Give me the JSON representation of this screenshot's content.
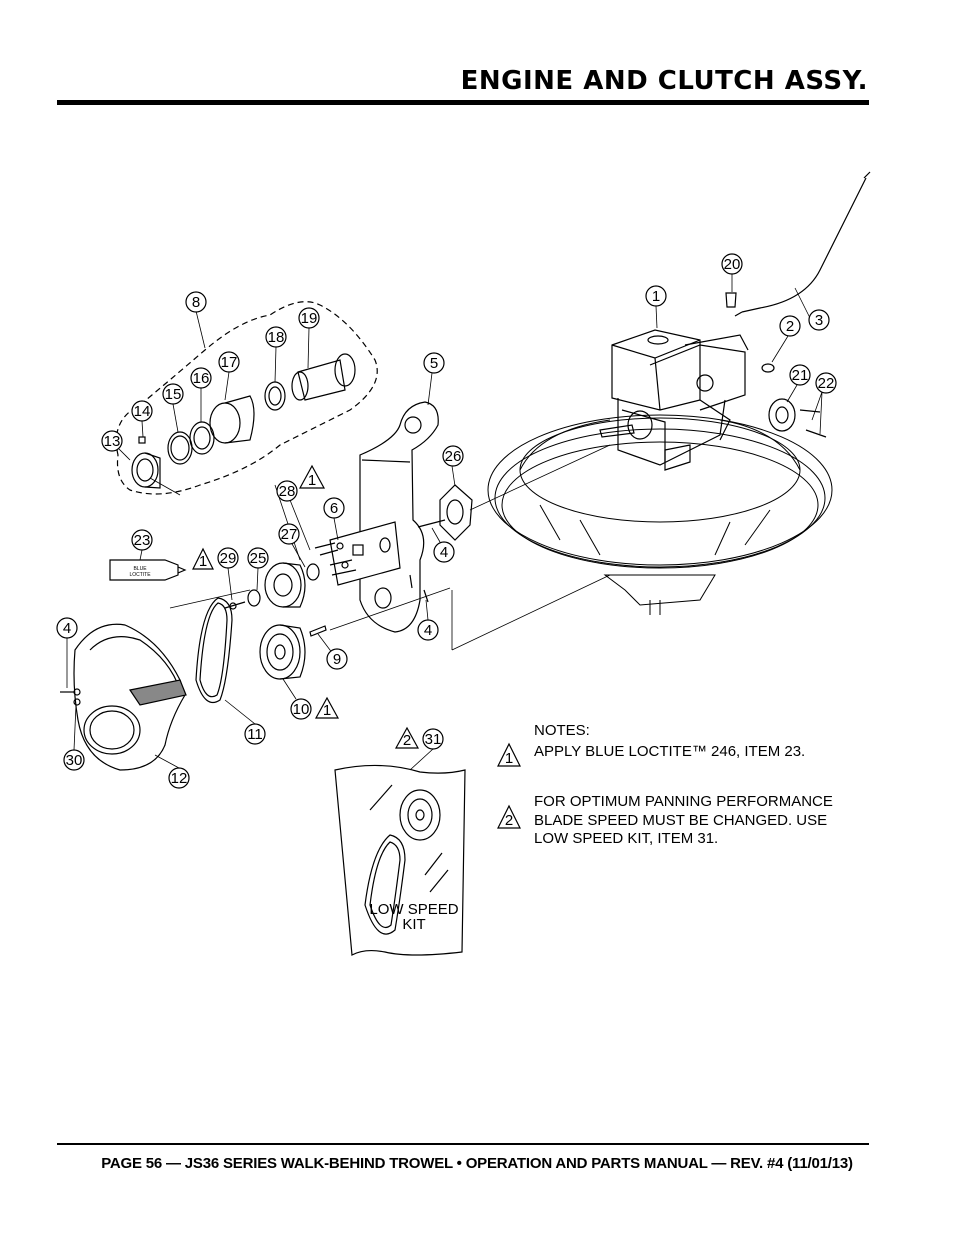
{
  "header": {
    "title": "ENGINE AND CLUTCH ASSY."
  },
  "footer": {
    "text": "PAGE 56 — JS36 SERIES WALK-BEHIND TROWEL • OPERATION AND PARTS MANUAL — REV. #4 (11/01/13)"
  },
  "callouts": {
    "c1": "1",
    "c2": "2",
    "c3": "3",
    "c4a": "4",
    "c4b": "4",
    "c4c": "4",
    "c5": "5",
    "c6": "6",
    "c8": "8",
    "c9": "9",
    "c10": "10",
    "c11": "11",
    "c12": "12",
    "c13": "13",
    "c14": "14",
    "c15": "15",
    "c16": "16",
    "c17": "17",
    "c18": "18",
    "c19": "19",
    "c20": "20",
    "c21": "21",
    "c22": "22",
    "c23": "23",
    "c25": "25",
    "c26": "26",
    "c27": "27",
    "c28": "28",
    "c29": "29",
    "c30": "30",
    "c31": "31"
  },
  "flags": {
    "f28": "1",
    "f29": "1",
    "f10": "1",
    "f31": "2"
  },
  "tube_label": {
    "line1": "BLUE",
    "line2": "LOCTITE"
  },
  "kit_label": {
    "line1": "LOW SPEED",
    "line2": "KIT"
  },
  "notes": {
    "heading": "NOTES:",
    "note1_flag": "1",
    "note1_text": "APPLY BLUE LOCTITE™ 246, ITEM 23.",
    "note2_flag": "2",
    "note2_line1": "FOR OPTIMUM PANNING PERFORMANCE",
    "note2_line2": "BLADE SPEED MUST BE CHANGED. USE",
    "note2_line3": "LOW SPEED KIT, ITEM 31."
  }
}
